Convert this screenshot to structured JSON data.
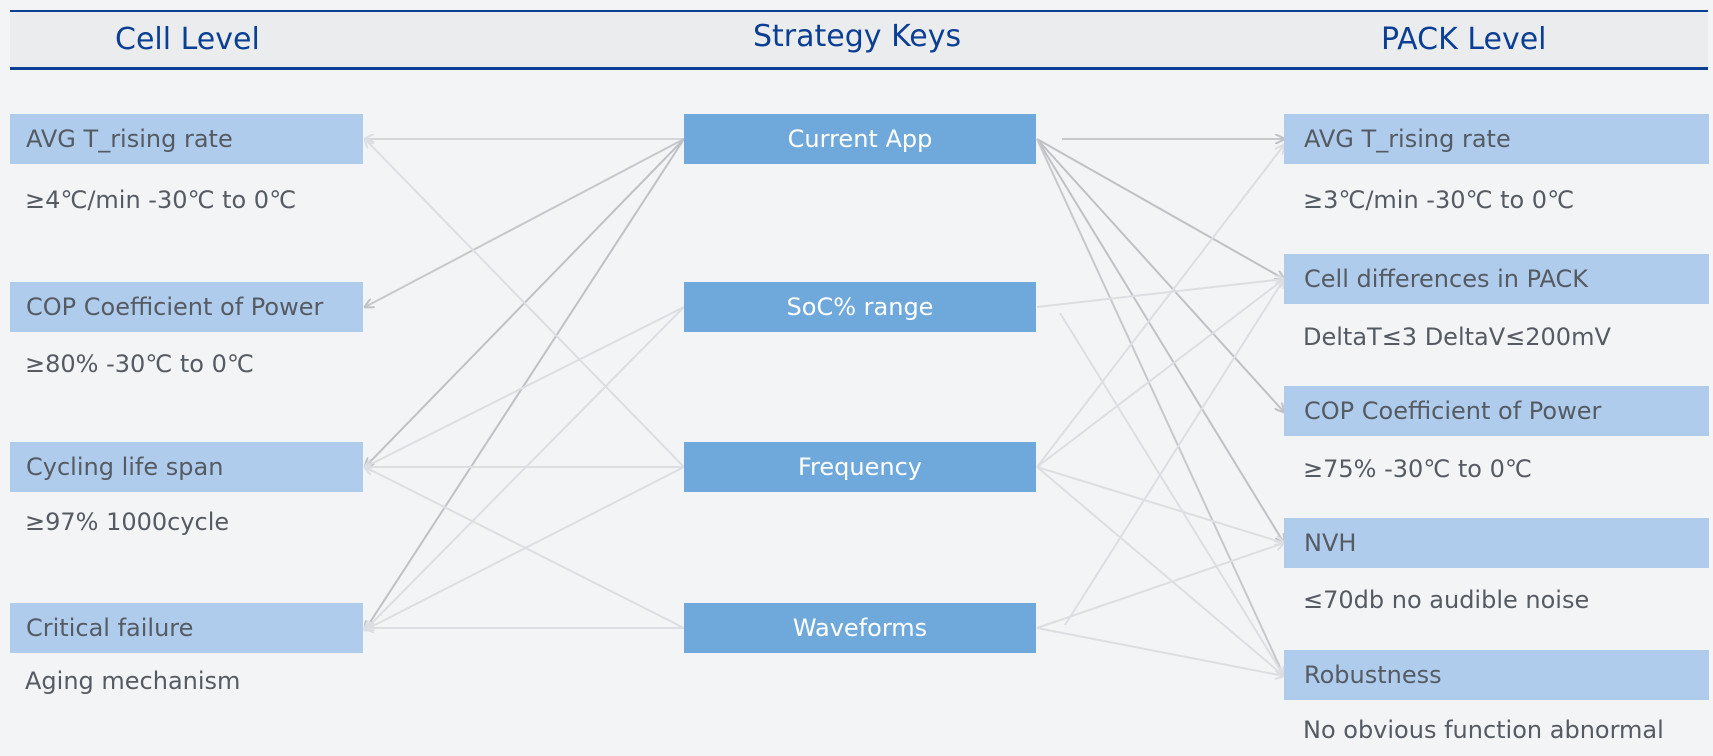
{
  "headers": {
    "cell_level": "Cell Level",
    "strategy_keys": "Strategy Keys",
    "pack_level": "PACK Level"
  },
  "cell_items": [
    {
      "label": "AVG T_rising rate",
      "desc": "≥4℃/min -30℃ to 0℃"
    },
    {
      "label": "COP Coefficient of Power",
      "desc": "≥80% -30℃ to 0℃"
    },
    {
      "label": "Cycling life span",
      "desc": "≥97% 1000cycle"
    },
    {
      "label": "Critical failure",
      "desc": "Aging mechanism"
    }
  ],
  "strategy_items": [
    {
      "label": "Current App"
    },
    {
      "label": "SoC% range"
    },
    {
      "label": "Frequency"
    },
    {
      "label": "Waveforms"
    }
  ],
  "pack_items": [
    {
      "label": "AVG T_rising rate",
      "desc": "≥3℃/min -30℃ to 0℃"
    },
    {
      "label": "Cell differences in PACK",
      "desc": "DeltaT≤3  DeltaV≤200mV"
    },
    {
      "label": "COP Coefficient of Power",
      "desc": "≥75% -30℃ to 0℃"
    },
    {
      "label": "NVH",
      "desc": "≤70db no audible noise"
    },
    {
      "label": "Robustness",
      "desc": "No obvious function abnormal"
    }
  ],
  "colors": {
    "header_text": "#0b3f93",
    "side_box": "#b0cced",
    "strategy_box": "#6fa9db",
    "arrow_dark": "#bfc1c4",
    "arrow_light": "#dcdee1"
  }
}
